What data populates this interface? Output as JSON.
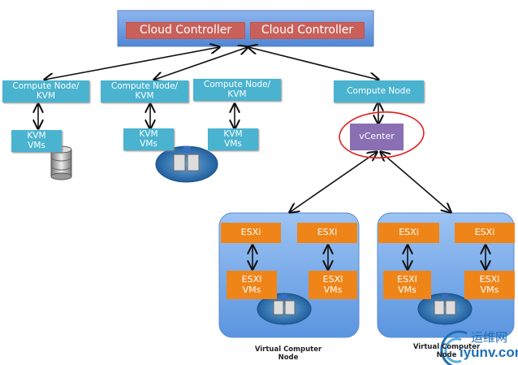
{
  "controller": {
    "items": [
      "Cloud Controller",
      "Cloud Controller"
    ]
  },
  "compute_nodes": [
    {
      "label": "Compute Node/ KVM",
      "vms": "KVM VMs",
      "storage_icon": "database-icon"
    },
    {
      "label": "Compute Node/ KVM",
      "vms": "KVM VMs",
      "storage_icon": "network-storage-icon"
    },
    {
      "label": "Compute Node/ KVM",
      "vms": "KVM VMs"
    },
    {
      "label": "Compute Node",
      "manager": "vCenter"
    }
  ],
  "virtual_nodes": [
    {
      "label": "Virtual Computer Node",
      "hosts": [
        {
          "name": "ESXi",
          "vms": "ESXI VMs"
        },
        {
          "name": "ESXi",
          "vms": "ESXI VMs"
        }
      ]
    },
    {
      "label": "Virtual Computer Node",
      "hosts": [
        {
          "name": "ESXi",
          "vms": "ESXI VMs"
        },
        {
          "name": "ESXi",
          "vms": "ESXI VMs"
        }
      ]
    }
  ],
  "watermark": {
    "cn": "运维网",
    "url": "iyunv.com"
  },
  "colors": {
    "controller_bg": "#5b8fd6",
    "controller_item": "#c9605a",
    "compute": "#4ab3cf",
    "esxi": "#ef8519",
    "vcenter": "#8a6fb3",
    "highlight": "#e0201f",
    "cluster": "#6aa3e4"
  }
}
